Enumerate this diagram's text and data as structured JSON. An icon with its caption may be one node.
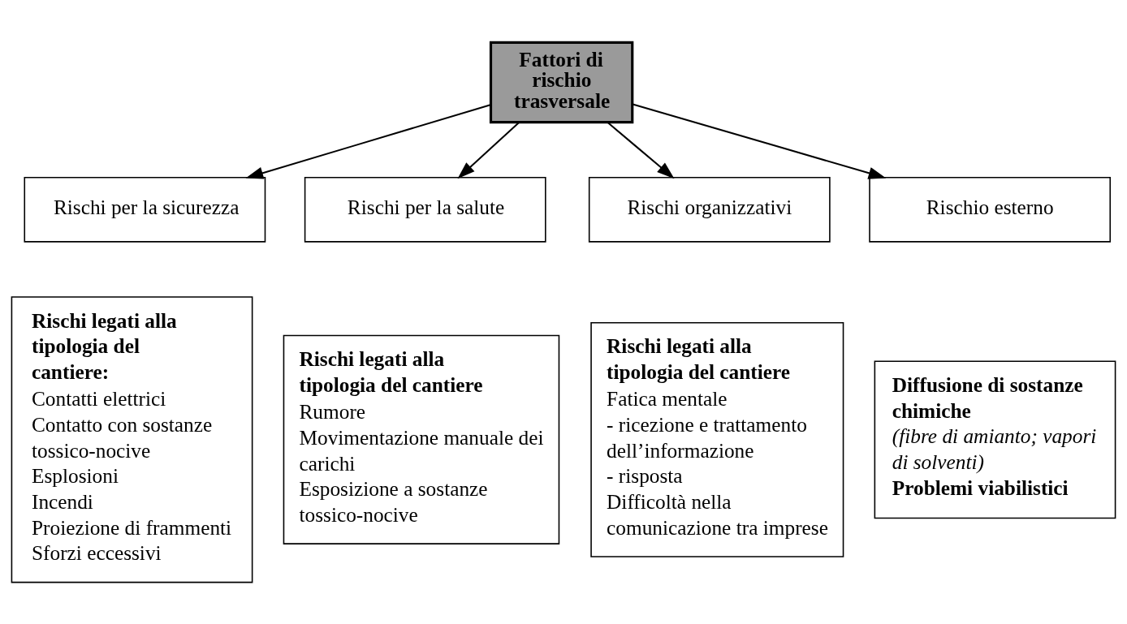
{
  "diagram": {
    "nodes": [
      {
        "text": [
          "Fattori di rischio trasversale"
        ]
      },
      {
        "text": [
          "Rischi per la sicurezza"
        ]
      },
      {
        "text": [
          "Rischi per la salute"
        ]
      },
      {
        "text": [
          "Rischi organizzativi"
        ]
      },
      {
        "text": [
          "Rischio esterno"
        ]
      },
      {
        "text": [
          "Rischi legati alla tipologia del cantiere:",
          "Contatti elettrici",
          "Contatto con sostanze tossico-nocive",
          "Esplosioni",
          "Incendi",
          "Proiezione di frammenti",
          "Sforzi eccessivi"
        ]
      },
      {
        "text": [
          "Rischi legati alla tipologia del cantiere",
          "Rumore",
          "Movimentazione manuale dei carichi",
          "Esposizione a sostanze tossico-nocive"
        ]
      },
      {
        "text": [
          "Rischi legati alla tipologia del cantiere",
          "Fatica mentale",
          "- ricezione e trattamento dell’informazione",
          "- risposta",
          "Difficoltà nella comunicazione tra imprese"
        ]
      },
      {
        "text": [
          "Diffusione di sostanze chimiche",
          "(fibre di amianto; vapori di solventi)",
          "Problemi viabilistici"
        ]
      }
    ],
    "edges": [
      {
        "from": 0,
        "to": 1,
        "arrow": "to"
      },
      {
        "from": 0,
        "to": 2,
        "arrow": "to"
      },
      {
        "from": 0,
        "to": 3,
        "arrow": "to"
      },
      {
        "from": 0,
        "to": 4,
        "arrow": "to"
      }
    ]
  }
}
